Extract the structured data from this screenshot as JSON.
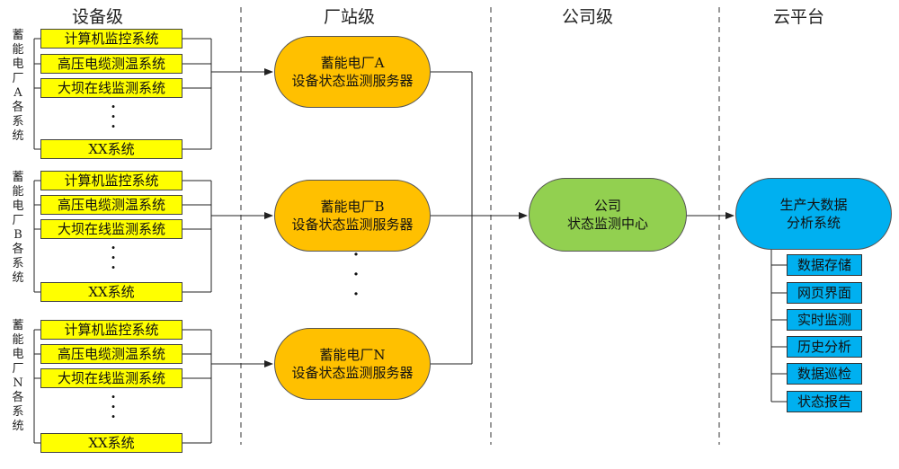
{
  "headers": {
    "device": "设备级",
    "station": "厂站级",
    "company": "公司级",
    "cloud": "云平台"
  },
  "groups": [
    {
      "label": "蓄能电厂A各系统",
      "systems": [
        "计算机监控系统",
        "高压电缆测温系统",
        "大坝在线监测系统"
      ],
      "ellipsis": "·\n·\n·",
      "last": "XX系统",
      "server": {
        "line1": "蓄能电厂A",
        "line2": "设备状态监测服务器"
      }
    },
    {
      "label": "蓄能电厂B各系统",
      "systems": [
        "计算机监控系统",
        "高压电缆测温系统",
        "大坝在线监测系统"
      ],
      "ellipsis": "·\n·\n·",
      "last": "XX系统",
      "server": {
        "line1": "蓄能电厂B",
        "line2": "设备状态监测服务器"
      }
    },
    {
      "label": "蓄能电厂N各系统",
      "systems": [
        "计算机监控系统",
        "高压电缆测温系统",
        "大坝在线监测系统"
      ],
      "ellipsis": "·\n·\n·",
      "last": "XX系统",
      "server": {
        "line1": "蓄能电厂N",
        "line2": "设备状态监测服务器"
      }
    }
  ],
  "server_ellipsis": "·\n\n·\n\n·",
  "company_center": {
    "line1": "公司",
    "line2": "状态监测中心"
  },
  "cloud_system": {
    "line1": "生产大数据",
    "line2": "分析系统"
  },
  "functions": [
    "数据存储",
    "网页界面",
    "实时监测",
    "历史分析",
    "数据巡检",
    "状态报告"
  ],
  "colors": {
    "system_box": "#ffff00",
    "server_pill": "#ffc000",
    "company_pill": "#92d050",
    "cloud_pill": "#00b0f0",
    "function_box": "#00b0f0"
  }
}
